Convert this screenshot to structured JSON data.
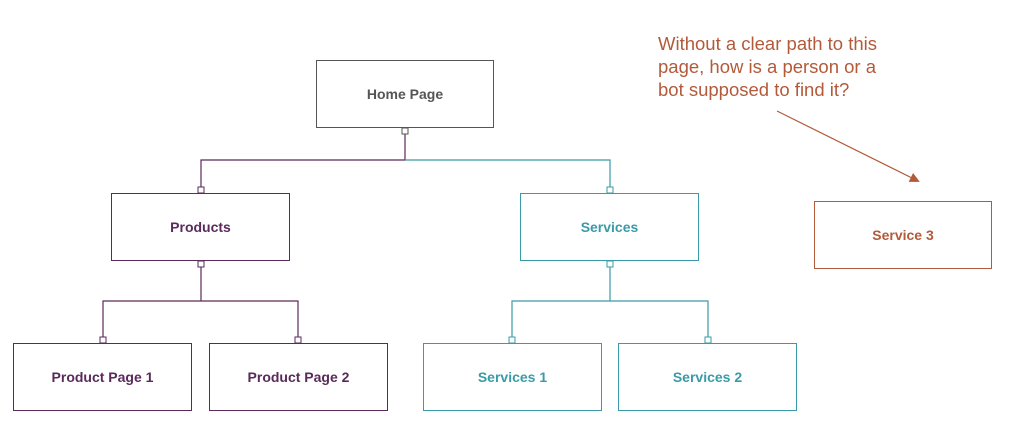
{
  "colors": {
    "home": "#555555",
    "products": "#5a2a5a",
    "services": "#3a9ba8",
    "annotation": "#b35a3a"
  },
  "nodes": {
    "home": "Home Page",
    "products": "Products",
    "services": "Services",
    "product_page_1": "Product Page 1",
    "product_page_2": "Product Page 2",
    "services_1": "Services 1",
    "services_2": "Services 2",
    "service_3": "Service 3"
  },
  "annotation": {
    "lines": [
      "Without a clear path to this",
      "page, how is a person or a",
      "bot supposed to find it?"
    ]
  }
}
